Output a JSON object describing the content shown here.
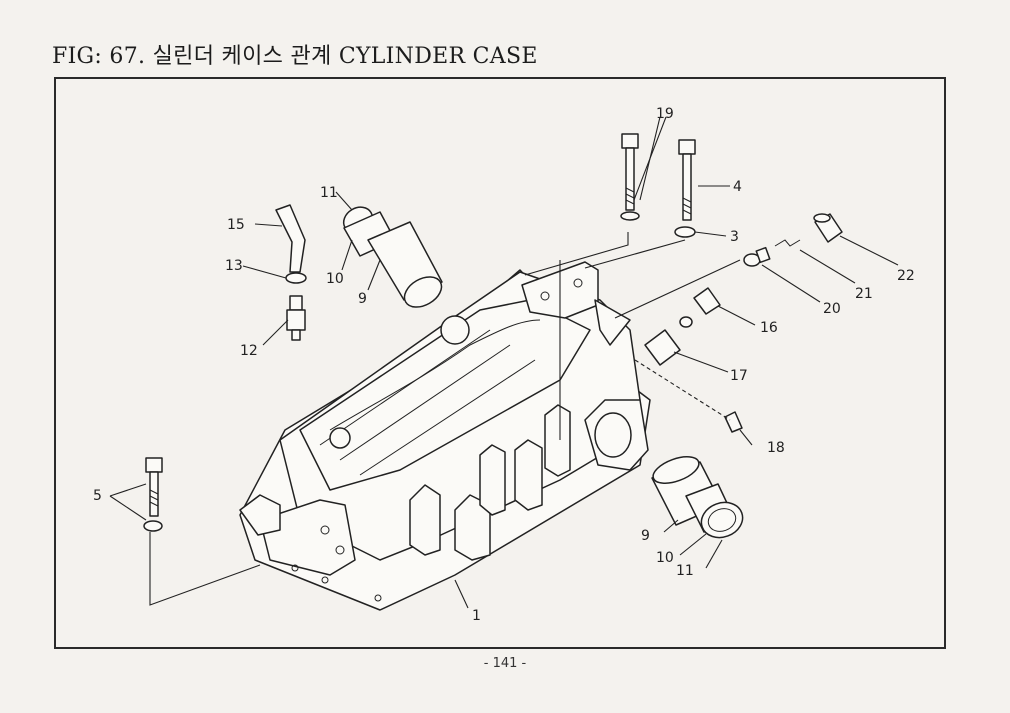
{
  "title": "FIG: 67. 실린더 케이스 관계 CYLINDER CASE",
  "page_number": "- 141 -",
  "labels": {
    "p1": "1",
    "p3": "3",
    "p4": "4",
    "p5": "5",
    "p9a": "9",
    "p9b": "9",
    "p10a": "10",
    "p10b": "10",
    "p11a": "11",
    "p11b": "11",
    "p12": "12",
    "p13": "13",
    "p15": "15",
    "p16": "16",
    "p17": "17",
    "p18": "18",
    "p19": "19",
    "p20": "20",
    "p21": "21",
    "p22": "22"
  }
}
